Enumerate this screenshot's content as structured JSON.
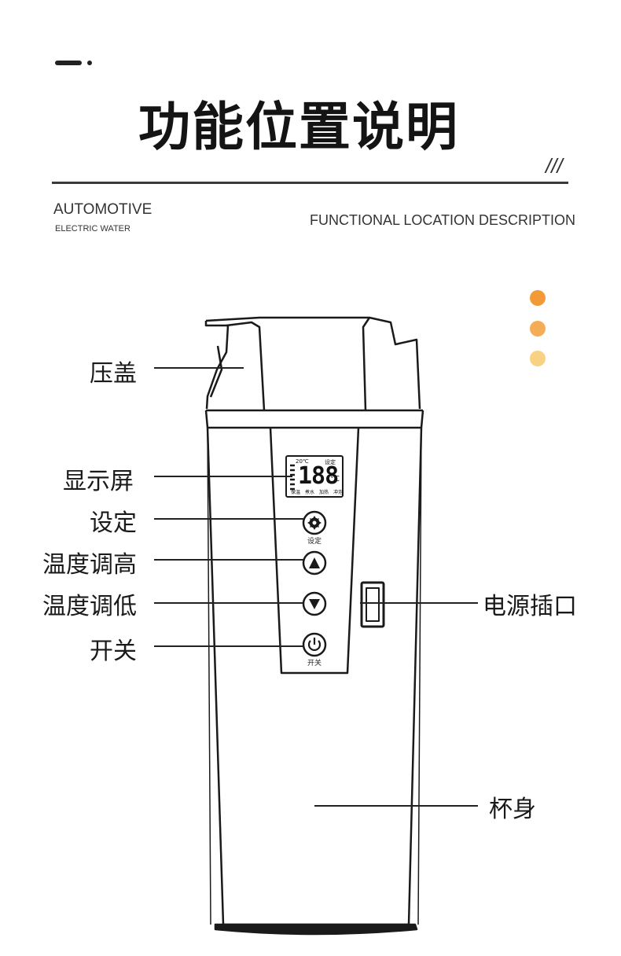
{
  "header": {
    "title": "功能位置说明",
    "slashes": "///",
    "subtitle_left_1": "AUTOMOTIVE",
    "subtitle_left_2": "ELECTRIC WATER",
    "subtitle_right": "FUNCTIONAL LOCATION DESCRIPTION"
  },
  "dots": {
    "colors": [
      "#f29a38",
      "#f5ad55",
      "#f9d183"
    ]
  },
  "labels": {
    "lid": "压盖",
    "display": "显示屏",
    "set": "设定",
    "temp_up": "温度调高",
    "temp_down": "温度调低",
    "power": "开关",
    "power_port": "电源插口",
    "body": "杯身"
  },
  "device": {
    "lcd_digits": "188",
    "lcd_unit": "°C",
    "lcd_top_left": "20℃",
    "lcd_top_right": "设定",
    "lcd_bottom": [
      "保温",
      "煮水",
      "加热",
      "冲泡"
    ],
    "btn_set_caption": "设定",
    "btn_power_caption": "开关"
  }
}
